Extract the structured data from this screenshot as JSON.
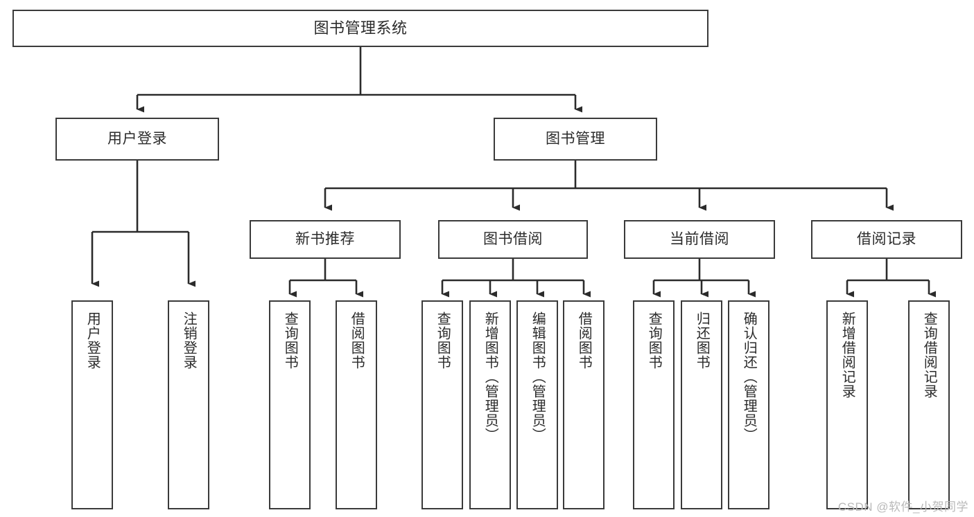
{
  "diagram": {
    "title": "图书管理系统",
    "type": "tree-hierarchy-chart",
    "watermark": "CSDN @软件_小贺同学",
    "colors": {
      "background": "#ffffff",
      "node_border": "#3a3a3a",
      "node_fill": "#ffffff",
      "edge": "#2b2b2b",
      "text": "#2b2b2b",
      "watermark": "#b9b9b9"
    }
  },
  "nodes": {
    "root": {
      "label": "图书管理系统"
    },
    "level2": [
      {
        "label": "用户登录"
      },
      {
        "label": "图书管理"
      }
    ],
    "level3": [
      {
        "label": "新书推荐"
      },
      {
        "label": "图书借阅"
      },
      {
        "label": "当前借阅"
      },
      {
        "label": "借阅记录"
      }
    ],
    "leaves": {
      "user_login": [
        {
          "label": "用户登录"
        },
        {
          "label": "注销登录"
        }
      ],
      "new_book_recommend": [
        {
          "label": "查询图书"
        },
        {
          "label": "借阅图书"
        }
      ],
      "book_borrow": [
        {
          "label": "查询图书"
        },
        {
          "label": "新增图书（管理员）"
        },
        {
          "label": "编辑图书（管理员）"
        },
        {
          "label": "借阅图书"
        }
      ],
      "current_borrow": [
        {
          "label": "查询图书"
        },
        {
          "label": "归还图书"
        },
        {
          "label": "确认归还（管理员）"
        }
      ],
      "borrow_record": [
        {
          "label": "新增借阅记录"
        },
        {
          "label": "查询借阅记录"
        }
      ]
    }
  }
}
